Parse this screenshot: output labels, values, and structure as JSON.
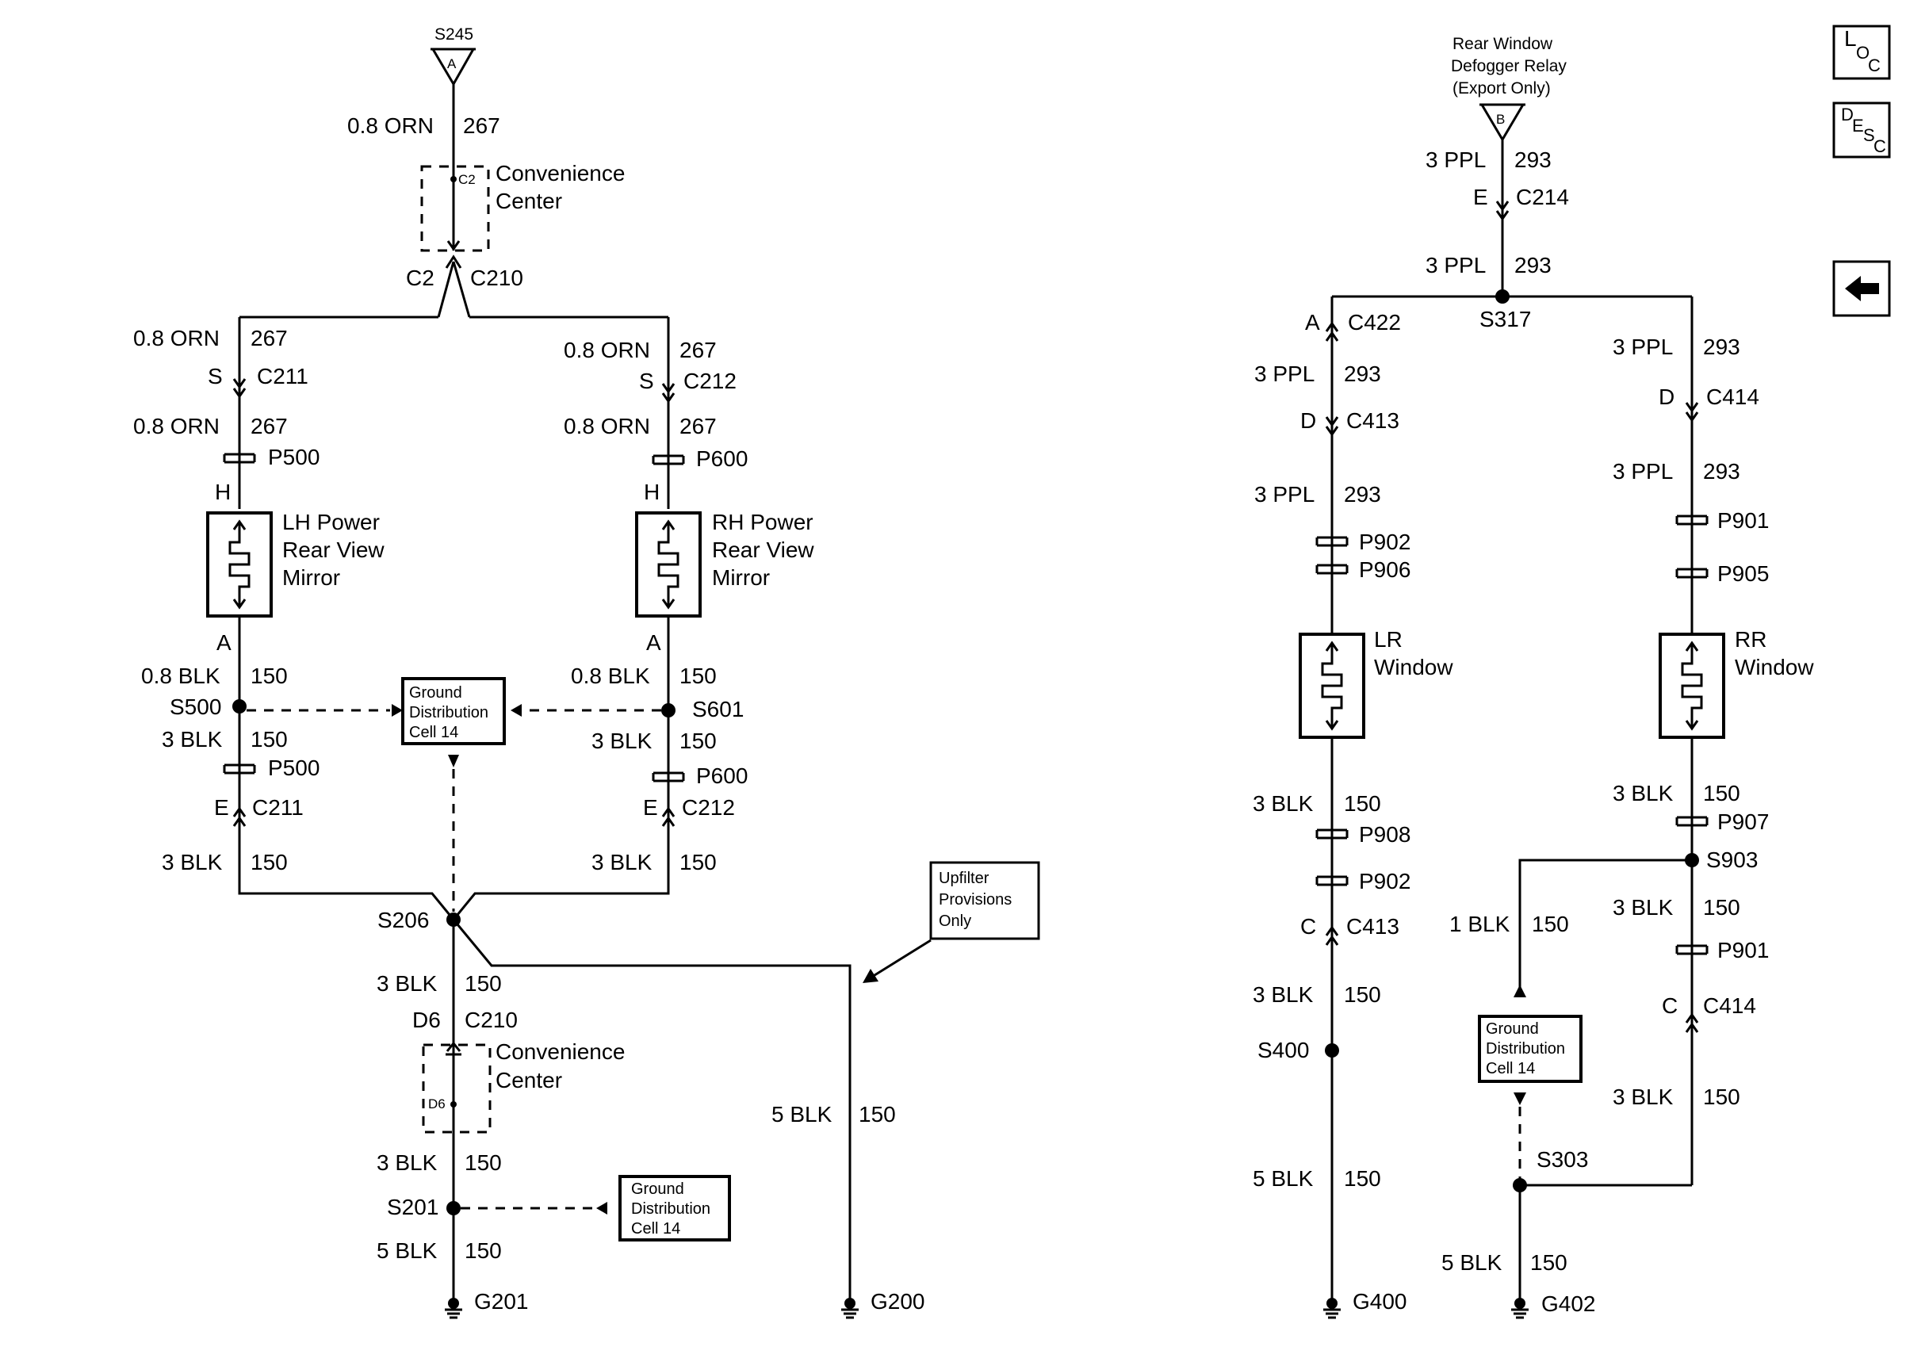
{
  "nav": {
    "loc": [
      "L",
      "O",
      "C"
    ],
    "desc": [
      "D",
      "E",
      "S",
      "C"
    ]
  },
  "left": {
    "s245": "S245",
    "s245_pin": "A",
    "w1_ga": "0.8 ORN",
    "w1_ckt": "267",
    "cc_top_pin": "C2",
    "cc_top_l1": "Convenience",
    "cc_top_l2": "Center",
    "split_l": "C2",
    "split_r": "C210",
    "lh": {
      "w1_ga": "0.8 ORN",
      "w1_ckt": "267",
      "c1_pin": "S",
      "c1_name": "C211",
      "w2_ga": "0.8 ORN",
      "w2_ckt": "267",
      "p_top": "P500",
      "h_pin": "H",
      "comp_l1": "LH Power",
      "comp_l2": "Rear View",
      "comp_l3": "Mirror",
      "a_pin": "A",
      "w3_ga": "0.8 BLK",
      "w3_ckt": "150",
      "splice": "S500",
      "w4_ga": "3 BLK",
      "w4_ckt": "150",
      "p_bot": "P500",
      "c2_pin": "E",
      "c2_name": "C211",
      "w5_ga": "3 BLK",
      "w5_ckt": "150"
    },
    "rh": {
      "w1_ga": "0.8 ORN",
      "w1_ckt": "267",
      "c1_pin": "S",
      "c1_name": "C212",
      "w2_ga": "0.8 ORN",
      "w2_ckt": "267",
      "p_top": "P600",
      "h_pin": "H",
      "comp_l1": "RH Power",
      "comp_l2": "Rear View",
      "comp_l3": "Mirror",
      "a_pin": "A",
      "w3_ga": "0.8 BLK",
      "w3_ckt": "150",
      "splice": "S601",
      "w4_ga": "3 BLK",
      "w4_ckt": "150",
      "p_bot": "P600",
      "c2_pin": "E",
      "c2_name": "C212",
      "w5_ga": "3 BLK",
      "w5_ckt": "150"
    },
    "gd_center": [
      "Ground",
      "Distribution",
      "Cell 14"
    ],
    "s206": "S206",
    "w6_ga": "3 BLK",
    "w6_ckt": "150",
    "c210_pin": "D6",
    "c210_name": "C210",
    "cc_bot_pin": "D6",
    "cc_bot_l1": "Convenience",
    "cc_bot_l2": "Center",
    "w7_ga": "3 BLK",
    "w7_ckt": "150",
    "s201": "S201",
    "gd_s201": [
      "Ground",
      "Distribution",
      "Cell 14"
    ],
    "w8_ga": "5 BLK",
    "w8_ckt": "150",
    "g201": "G201",
    "upfilter": [
      "Upfilter",
      "Provisions",
      "Only"
    ],
    "w9_ga": "5 BLK",
    "w9_ckt": "150",
    "g200": "G200"
  },
  "right": {
    "relay_l1": "Rear Window",
    "relay_l2": "Defogger Relay",
    "relay_l3": "(Export Only)",
    "relay_pin": "B",
    "w1_ga": "3 PPL",
    "w1_ckt": "293",
    "c214_pin": "E",
    "c214_name": "C214",
    "w2_ga": "3 PPL",
    "w2_ckt": "293",
    "s317": "S317",
    "lr": {
      "c422_pin": "A",
      "c422_name": "C422",
      "w1_ga": "3 PPL",
      "w1_ckt": "293",
      "c413_pin": "D",
      "c413_name": "C413",
      "w2_ga": "3 PPL",
      "w2_ckt": "293",
      "p1": "P902",
      "p2": "P906",
      "comp_l1": "LR",
      "comp_l2": "Window",
      "w3_ga": "3 BLK",
      "w3_ckt": "150",
      "p3": "P908",
      "p4": "P902",
      "c413b_pin": "C",
      "c413b_name": "C413",
      "w4_ga": "3 BLK",
      "w4_ckt": "150",
      "s400": "S400",
      "w5_ga": "5 BLK",
      "w5_ckt": "150",
      "g400": "G400"
    },
    "rr": {
      "w1_ga": "3 PPL",
      "w1_ckt": "293",
      "c414_pin": "D",
      "c414_name": "C414",
      "w2_ga": "3 PPL",
      "w2_ckt": "293",
      "p1": "P901",
      "p2": "P905",
      "comp_l1": "RR",
      "comp_l2": "Window",
      "w3_ga": "3 BLK",
      "w3_ckt": "150",
      "p3": "P907",
      "s903": "S903",
      "w4_ga": "3 BLK",
      "w4_ckt": "150",
      "p4": "P901",
      "c414b_pin": "C",
      "c414b_name": "C414",
      "w5_ga": "3 BLK",
      "w5_ckt": "150"
    },
    "branch_ga": "1 BLK",
    "branch_ckt": "150",
    "gd": [
      "Ground",
      "Distribution",
      "Cell 14"
    ],
    "s303": "S303",
    "w6_ga": "5 BLK",
    "w6_ckt": "150",
    "g402": "G402"
  }
}
